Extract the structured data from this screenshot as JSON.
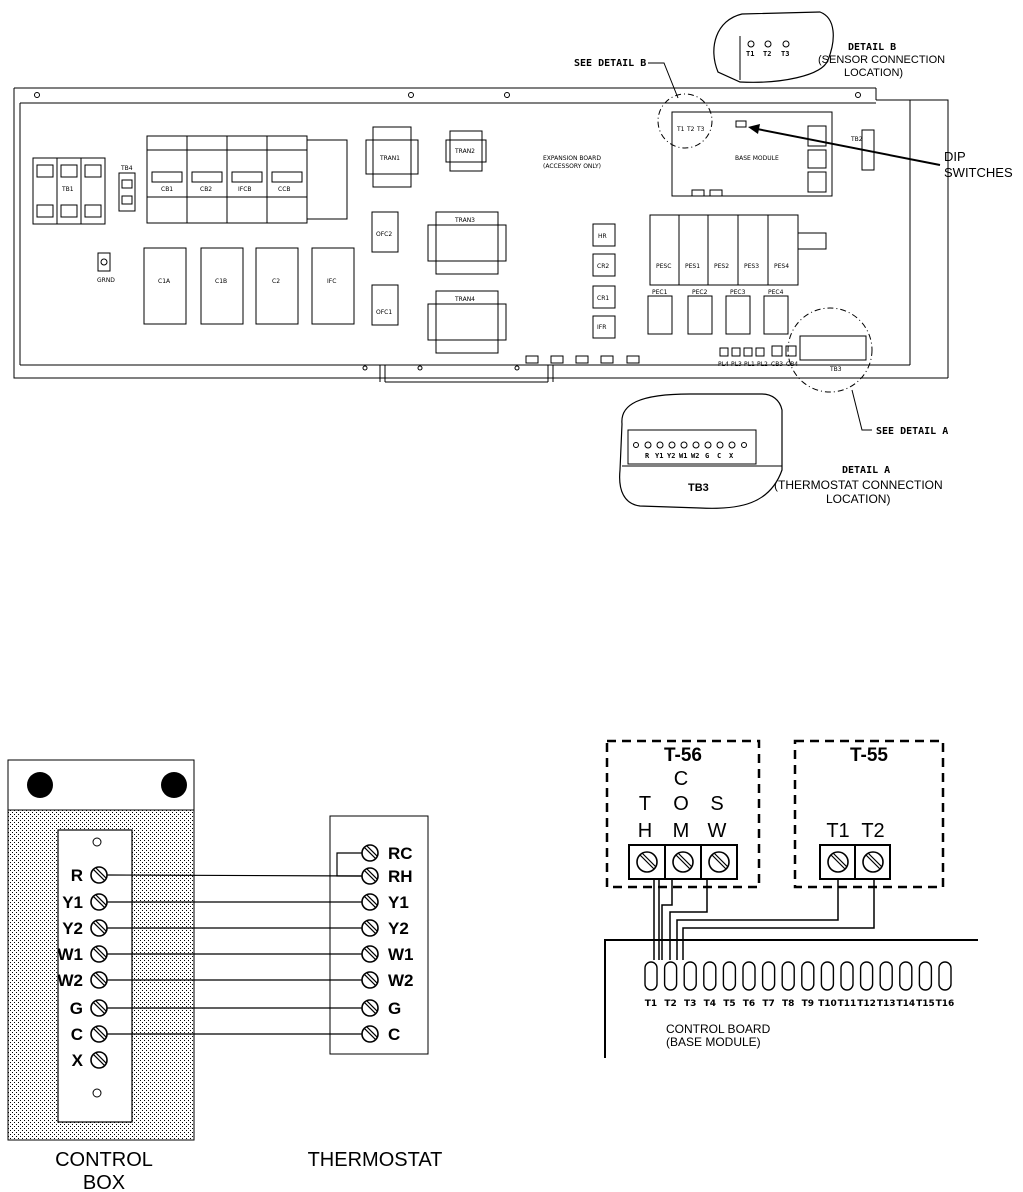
{
  "top": {
    "see_detail_b": "SEE DETAIL  B",
    "detail_b_title": "DETAIL  B",
    "detail_b_sub": [
      "(SENSOR CONNECTION",
      "LOCATION)"
    ],
    "detail_b_terms": [
      "T1",
      "T2",
      "T3"
    ],
    "dip_switches": [
      "DIP",
      "SWITCHES"
    ],
    "see_detail_a": "SEE DETAIL  A",
    "detail_a_title": "DETAIL  A",
    "detail_a_sub": [
      "(THERMOSTAT CONNECTION",
      "LOCATION)"
    ],
    "tb3_label": "TB3",
    "tb3_terms": [
      "R",
      "Y1",
      "Y2",
      "W1",
      "W2",
      "G",
      "C",
      "X"
    ],
    "components": {
      "tb1": "TB1",
      "tb4": "TB4",
      "grnd": "GRND",
      "breakers": [
        "CB1",
        "CB2",
        "IFCB",
        "CCB"
      ],
      "contactors": [
        "C1A",
        "C1B",
        "C2",
        "IFC"
      ],
      "tran1": "TRAN1",
      "tran2": "TRAN2",
      "tran3": "TRAN3",
      "tran4": "TRAN4",
      "ofc2": "OFC2",
      "ofc1": "OFC1",
      "expansion": [
        "EXPANSION BOARD",
        "(ACCESSORY ONLY)"
      ],
      "base_module": "BASE MODULE",
      "tb2": "TB2",
      "relays": [
        "HR",
        "CR2",
        "CR1",
        "IFR"
      ],
      "pes": [
        "PESC",
        "PES1",
        "PES2",
        "PES3",
        "PES4"
      ],
      "pec": [
        "PEC1",
        "PEC2",
        "PEC3",
        "PEC4"
      ],
      "plugs": [
        "PL4",
        "PL3",
        "PL1",
        "PL2",
        "CB3",
        "CB4"
      ],
      "tb3_small": "TB3",
      "board_terms_small": [
        "T1",
        "T2",
        "T3"
      ]
    }
  },
  "wiring": {
    "control_box_terms": [
      "R",
      "Y1",
      "Y2",
      "W1",
      "W2",
      "G",
      "C",
      "X"
    ],
    "thermostat_terms": [
      "RC",
      "RH",
      "Y1",
      "Y2",
      "W1",
      "W2",
      "G",
      "C"
    ],
    "control_box_label": [
      "CONTROL",
      "BOX"
    ],
    "thermostat_label": "THERMOSTAT"
  },
  "sensor": {
    "t56_title": "T-56",
    "t56_cols": [
      [
        "",
        "C",
        ""
      ],
      [
        "T",
        "O",
        "S"
      ],
      [
        "H",
        "M",
        "W"
      ]
    ],
    "t55_title": "T-55",
    "t55_terms": [
      "T1",
      "T2"
    ],
    "board_terms": [
      "T1",
      "T2",
      "T3",
      "T4",
      "T5",
      "T6",
      "T7",
      "T8",
      "T9",
      "T10",
      "T11",
      "T12",
      "T13",
      "T14",
      "T15",
      "T16"
    ],
    "board_label": [
      "CONTROL BOARD",
      "(BASE MODULE)"
    ]
  }
}
